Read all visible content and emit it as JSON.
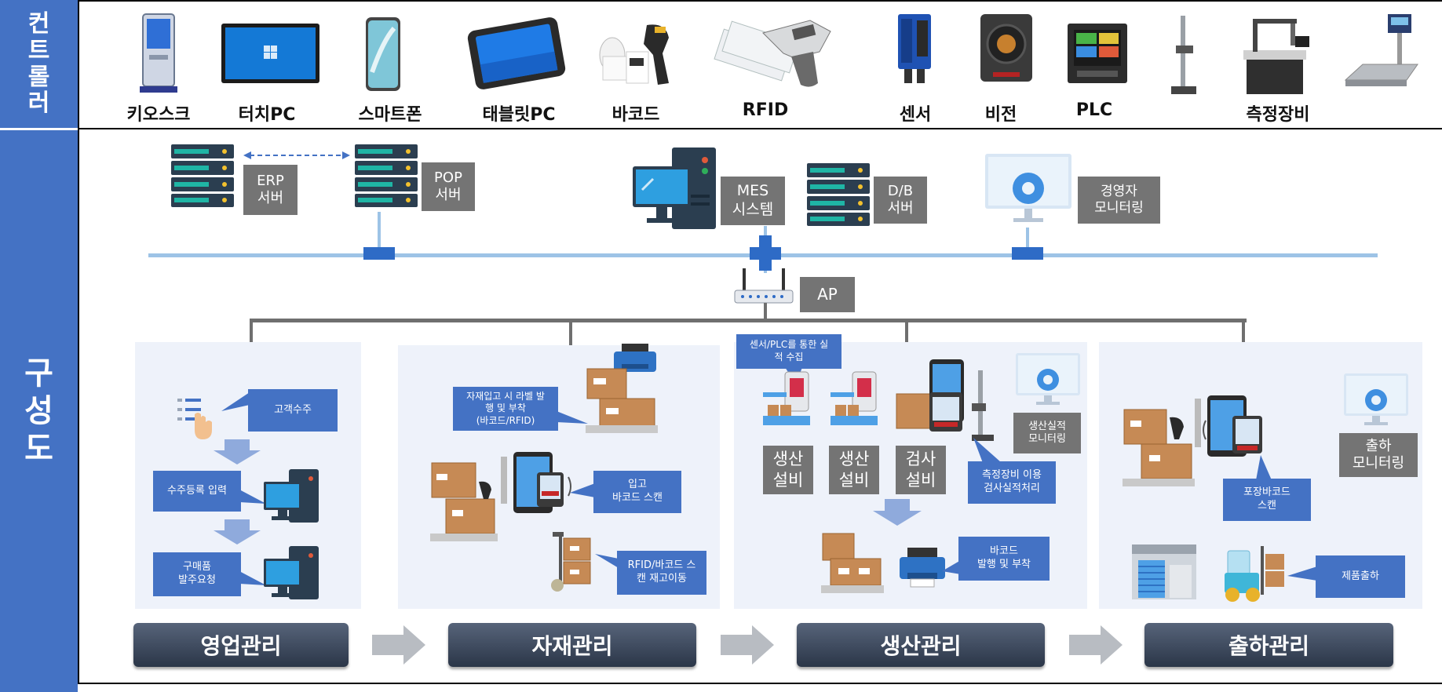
{
  "sidebar": {
    "top_label": "컨트롤러",
    "bottom_label": "구성도"
  },
  "devices": [
    "키오스크",
    "터치PC",
    "스마트폰",
    "태블릿PC",
    "바코드",
    "RFID",
    "센서",
    "비전",
    "PLC",
    "측정장비"
  ],
  "network": {
    "erp_server": "ERP\n서버",
    "pop_server": "POP\n서버",
    "mes_system": "MES\n시스템",
    "db_server": "D/B\n서버",
    "ceo_monitoring": "경영자\n모니터링",
    "ap": "AP"
  },
  "sales": {
    "customer_order": "고객수주",
    "order_entry": "수주등록 입력",
    "purchase_request": "구매품\n발주요청"
  },
  "material": {
    "label_attach": "자재입고 시 라벨 발\n행 및 부착\n(바코드/RFID)",
    "receive_scan": "입고\n바코드 스캔",
    "stock_move": "RFID/바코드 스\n캔 재고이동"
  },
  "production": {
    "collect": "센서/PLC를 통한 실\n적 수집",
    "equip1": "생산\n설비",
    "equip2": "생산\n설비",
    "inspect_equip": "검사\n설비",
    "result_monitor": "생산실적\n모니터링",
    "inspect_process": "측정장비 이용\n검사실적처리",
    "barcode_issue": "바코드\n발행 및 부착"
  },
  "shipping": {
    "ship_monitor": "출하\n모니터링",
    "pack_scan": "포장바코드\n스캔",
    "product_ship": "제품출하"
  },
  "stages": [
    "영업관리",
    "자재관리",
    "생산관리",
    "출하관리"
  ],
  "colors": {
    "accent_blue": "#4472c4",
    "gray_box": "#747474",
    "panel_bg": "#eef2fa",
    "network_line": "#9dc3e6"
  }
}
